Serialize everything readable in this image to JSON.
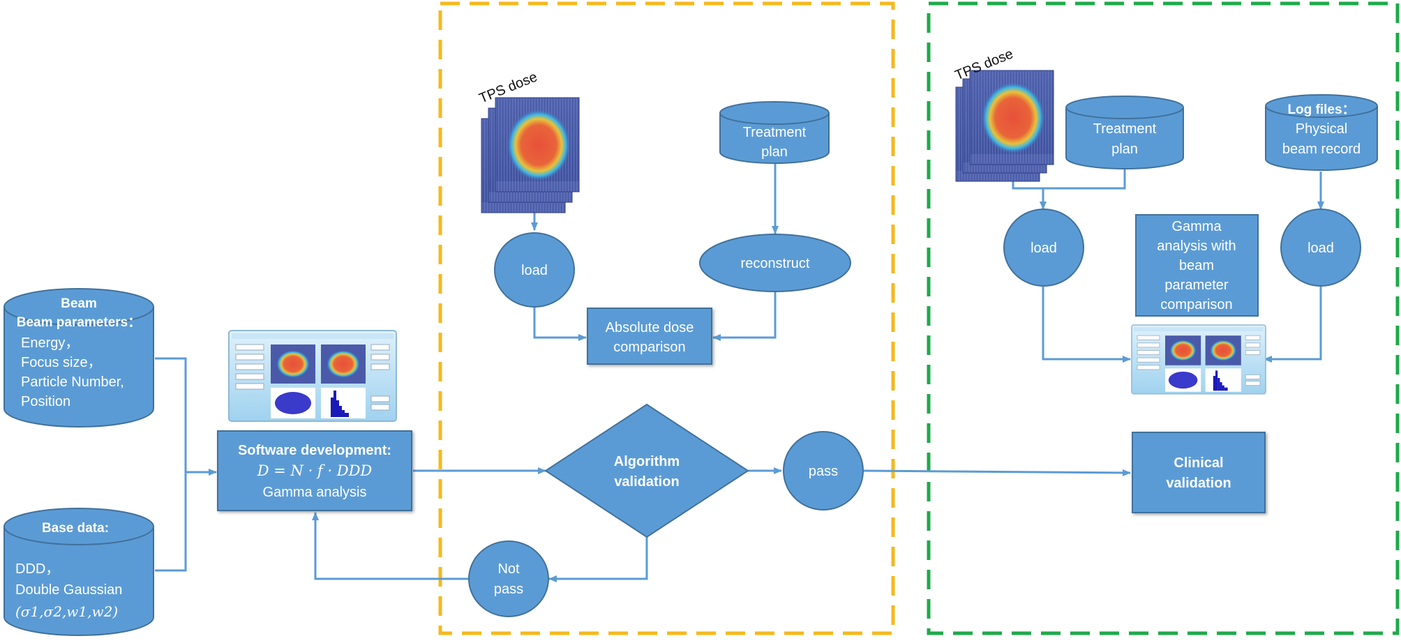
{
  "nodes": {
    "beam_params": {
      "title": "Beam parameters：",
      "lines": [
        "Energy，",
        "Focus size，",
        "Particle Number,",
        "Position"
      ]
    },
    "base_data": {
      "title": "Base data:",
      "lines": [
        "DDD，",
        "Double  Gaussian",
        "(σ1,σ2,w1,w2)"
      ]
    },
    "software": {
      "title": "Software development:",
      "formula": "D = N · f · DDD",
      "subtitle": "Gamma analysis"
    },
    "tps_dose_left": "TPS dose",
    "treatment_plan_left": [
      "Treatment",
      "plan"
    ],
    "load_left": "load",
    "reconstruct": "reconstruct",
    "absolute_dose": [
      "Absolute dose",
      "comparison"
    ],
    "algorithm_validation": [
      "Algorithm",
      "validation"
    ],
    "pass": "pass",
    "not_pass": [
      "Not",
      "pass"
    ],
    "tps_dose_right": "TPS dose",
    "treatment_plan_right": [
      "Treatment",
      "plan"
    ],
    "log_files": {
      "title": "Log files：",
      "lines": [
        "Physical",
        "beam record"
      ]
    },
    "load_right_1": "load",
    "load_right_2": "load",
    "gamma_analysis": [
      "Gamma",
      "analysis with",
      "beam",
      "parameter",
      "comparison"
    ],
    "clinical_validation": [
      "Clinical",
      "validation"
    ]
  },
  "colors": {
    "node_fill": "#5b9bd5",
    "node_stroke": "#41719c",
    "arrow": "#5b9bd5",
    "region_validation": "#f6b91c",
    "region_clinical": "#1eaa4a"
  },
  "icons": {
    "dose_stack": "dose-slice-stack-icon",
    "software_window": "software-window-icon"
  }
}
